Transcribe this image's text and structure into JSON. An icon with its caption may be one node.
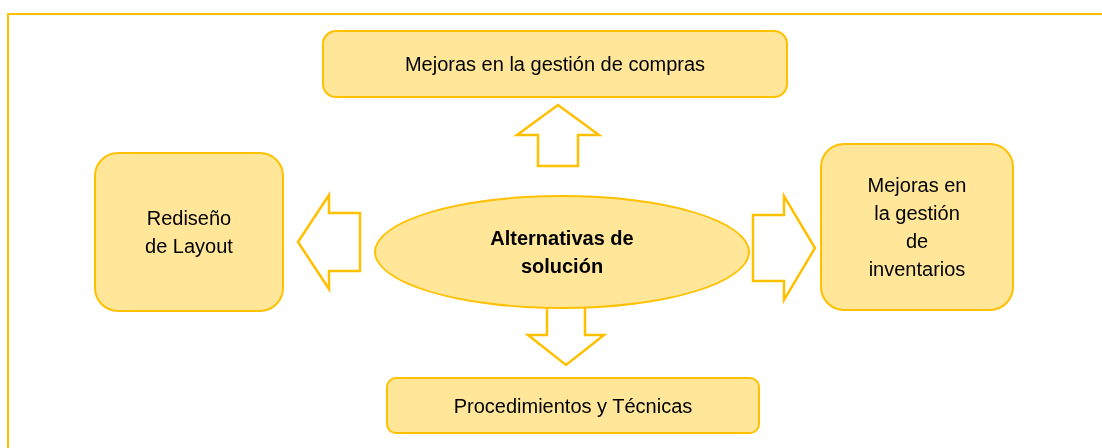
{
  "diagram": {
    "nodes": [
      {
        "text": [
          "Mejoras en la gestión de compras"
        ]
      },
      {
        "text": [
          "Rediseño de Layout"
        ]
      },
      {
        "text": [
          "Alternativas de solución"
        ]
      },
      {
        "text": [
          "Mejoras en la gestión de inventarios"
        ]
      },
      {
        "text": [
          "Procedimientos y Técnicas"
        ]
      }
    ],
    "edges": [
      {
        "from": 2,
        "to": 0,
        "arrow": "to"
      },
      {
        "from": 2,
        "to": 1,
        "arrow": "to"
      },
      {
        "from": 2,
        "to": 3,
        "arrow": "to"
      },
      {
        "from": 2,
        "to": 4,
        "arrow": "to"
      }
    ]
  }
}
